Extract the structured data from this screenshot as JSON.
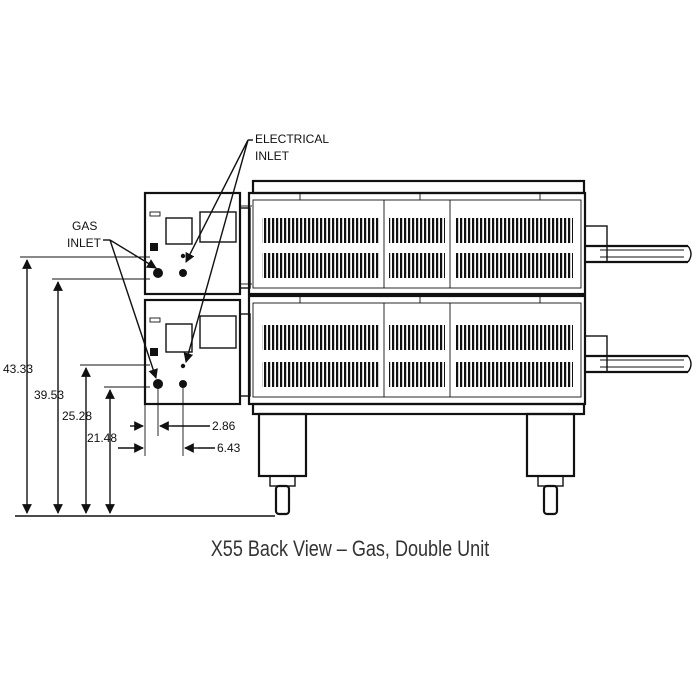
{
  "labels": {
    "electrical_line1": "ELECTRICAL",
    "electrical_line2": "INLET",
    "gas_line1": "GAS",
    "gas_line2": "INLET"
  },
  "dimensions": {
    "d1": "43.33",
    "d2": "39.53",
    "d3": "25.28",
    "d4": "21.48",
    "d5": "2.86",
    "d6": "6.43"
  },
  "caption": "X55 Back View – Gas, Double Unit"
}
